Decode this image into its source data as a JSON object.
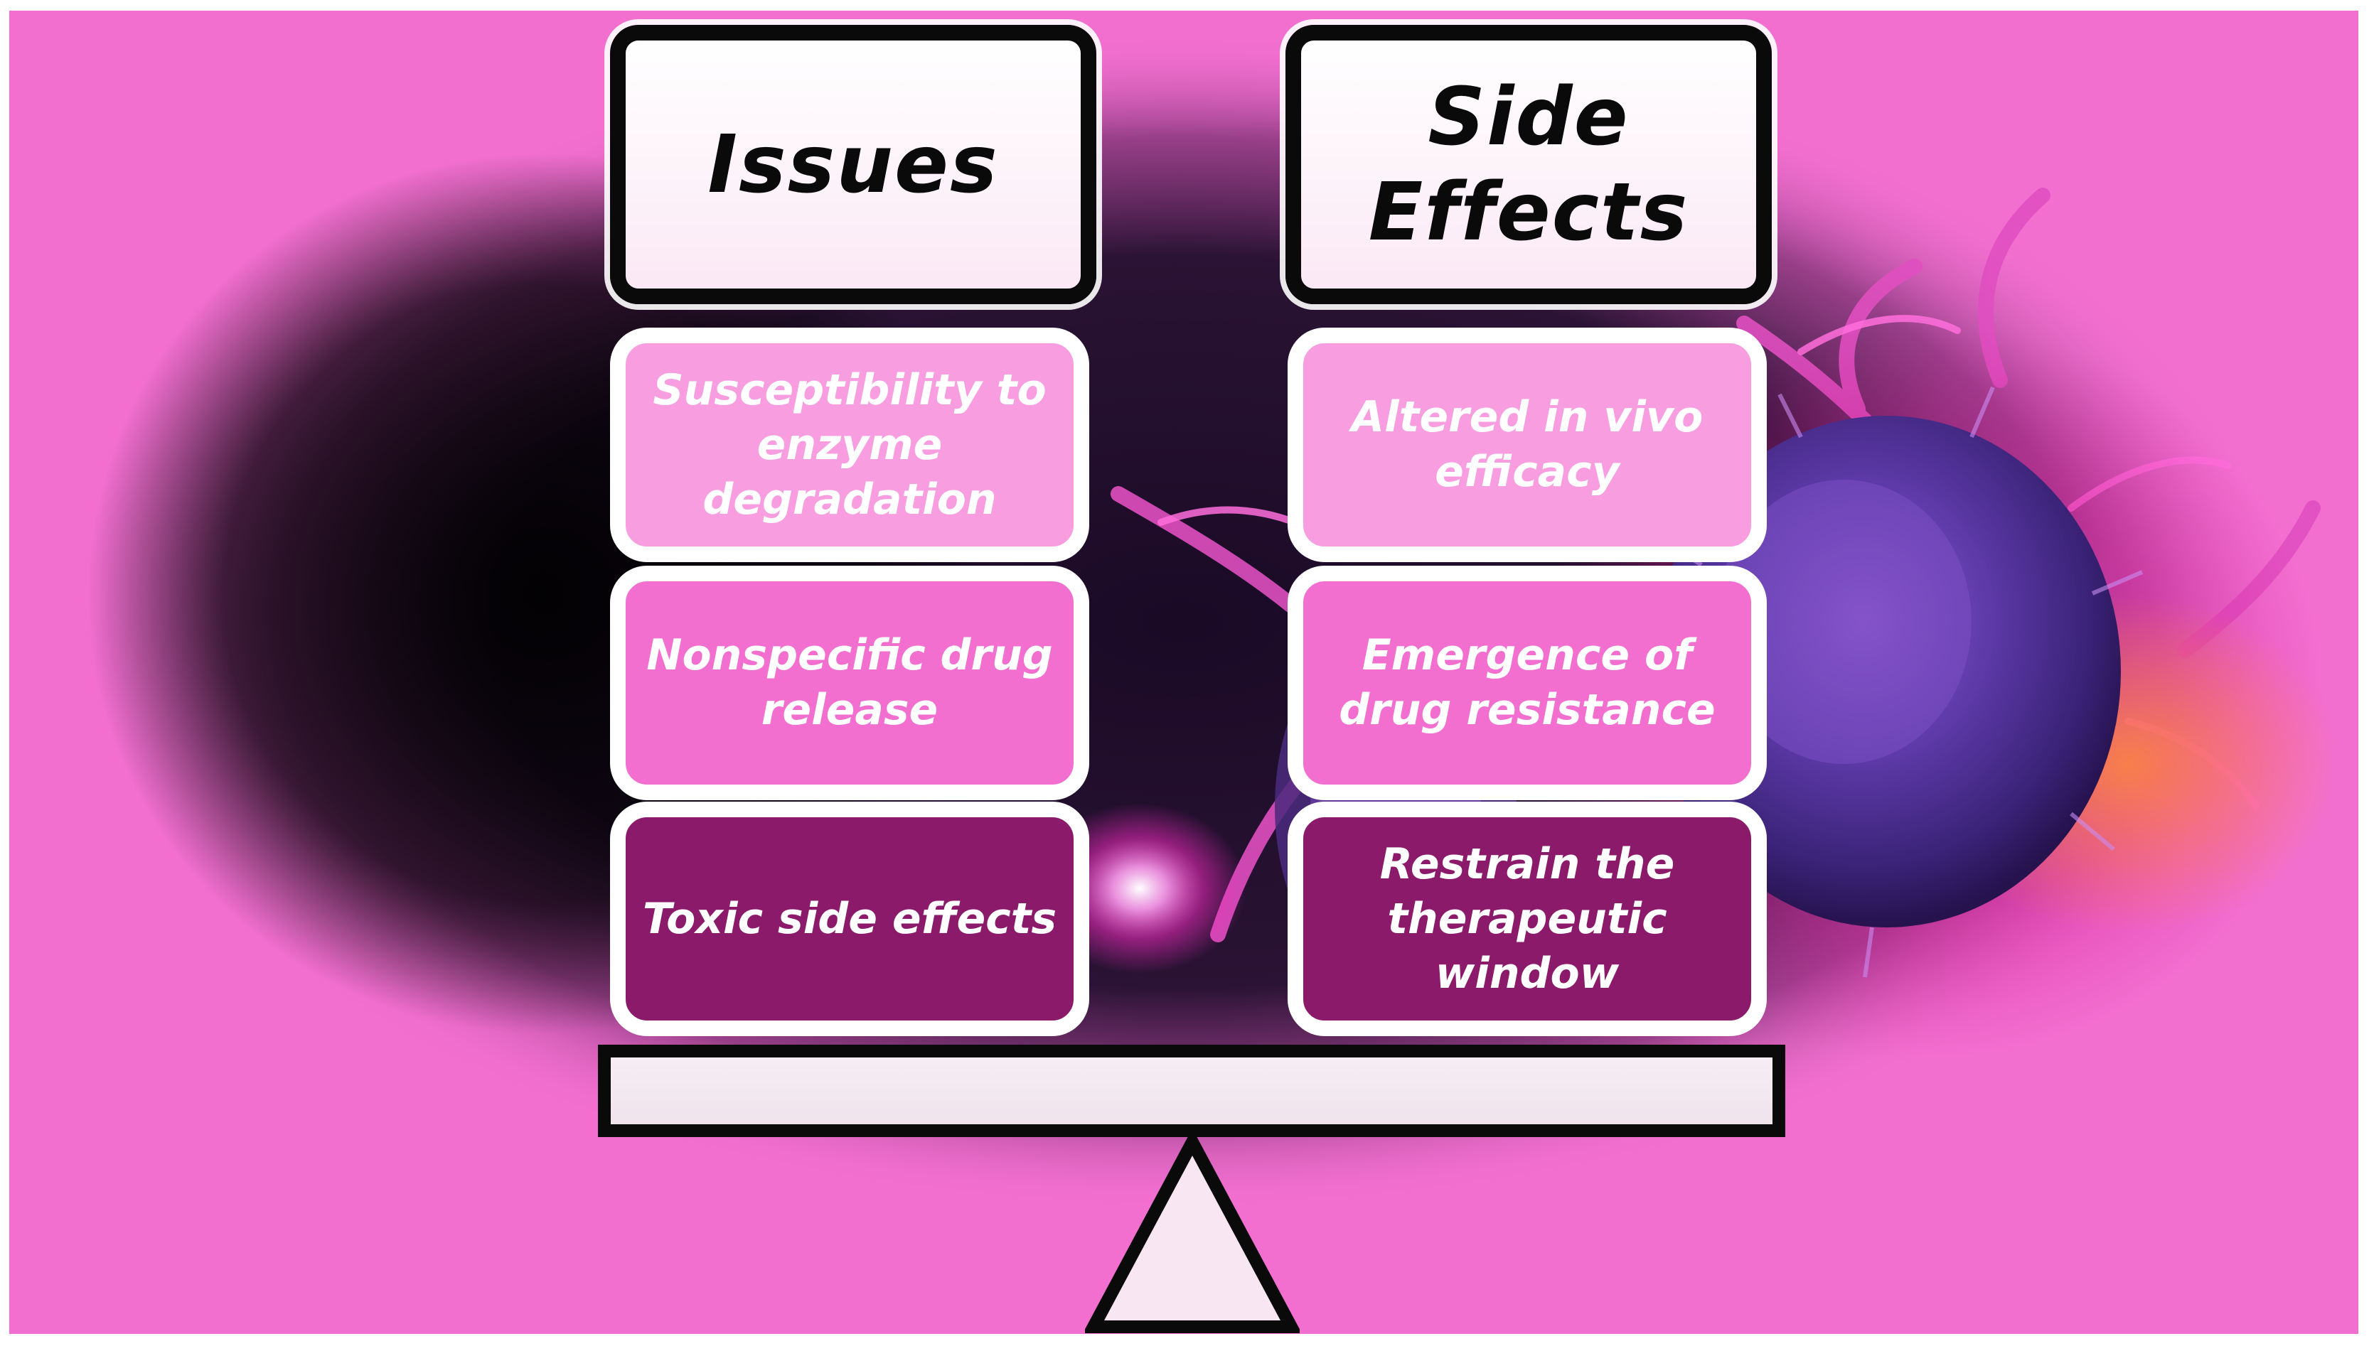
{
  "colors": {
    "page_background": "#f26fd0",
    "header_fill": "#fbe9f5",
    "outline": "#0a0a0a",
    "item_light": "#f89ddf",
    "item_mid": "#f26fd0",
    "item_dark": "#8b1a6b",
    "item_border": "#ffffff",
    "item_text": "#ffffff"
  },
  "left_column": {
    "header": "Issues",
    "items": [
      {
        "text": "Susceptibility to enzyme degradation",
        "tone": "light"
      },
      {
        "text": "Nonspecific drug release",
        "tone": "mid"
      },
      {
        "text": "Toxic side effects",
        "tone": "dark"
      }
    ]
  },
  "right_column": {
    "header_line1": "Side",
    "header_line2": "Effects",
    "items": [
      {
        "text": "Altered in vivo efficacy",
        "tone": "light"
      },
      {
        "text": "Emergence of drug resistance",
        "tone": "mid"
      },
      {
        "text": "Restrain the therapeutic window",
        "tone": "dark"
      }
    ]
  },
  "balance": {
    "beam": "balance-beam",
    "fulcrum": "triangle-fulcrum"
  },
  "background_art": "cancer-cell-illustration"
}
